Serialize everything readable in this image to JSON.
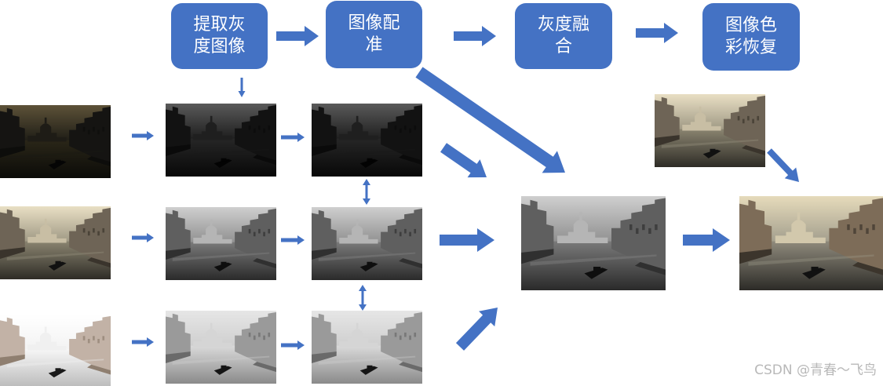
{
  "steps": [
    {
      "id": "extract-gray",
      "lines": [
        "提取灰",
        "度图像"
      ]
    },
    {
      "id": "registration",
      "lines": [
        "图像配",
        "准"
      ]
    },
    {
      "id": "gray-fusion",
      "lines": [
        "灰度融",
        "合"
      ]
    },
    {
      "id": "color-restore",
      "lines": [
        "图像色",
        "彩恢复"
      ]
    }
  ],
  "rows": [
    {
      "exposure": "under",
      "source_tone": "dark",
      "gray_tone": "dark",
      "registered_tone": "dark"
    },
    {
      "exposure": "normal",
      "source_tone": "mid",
      "gray_tone": "mid",
      "registered_tone": "mid"
    },
    {
      "exposure": "over",
      "source_tone": "bright",
      "gray_tone": "bright",
      "registered_tone": "bright"
    }
  ],
  "images": {
    "fused_gray": "fused grayscale result",
    "reference_color": "color reference",
    "final_color": "final color result"
  },
  "colors": {
    "accent": "#4472c4",
    "step_text": "#ffffff"
  },
  "watermark": "CSDN @青春～飞鸟"
}
